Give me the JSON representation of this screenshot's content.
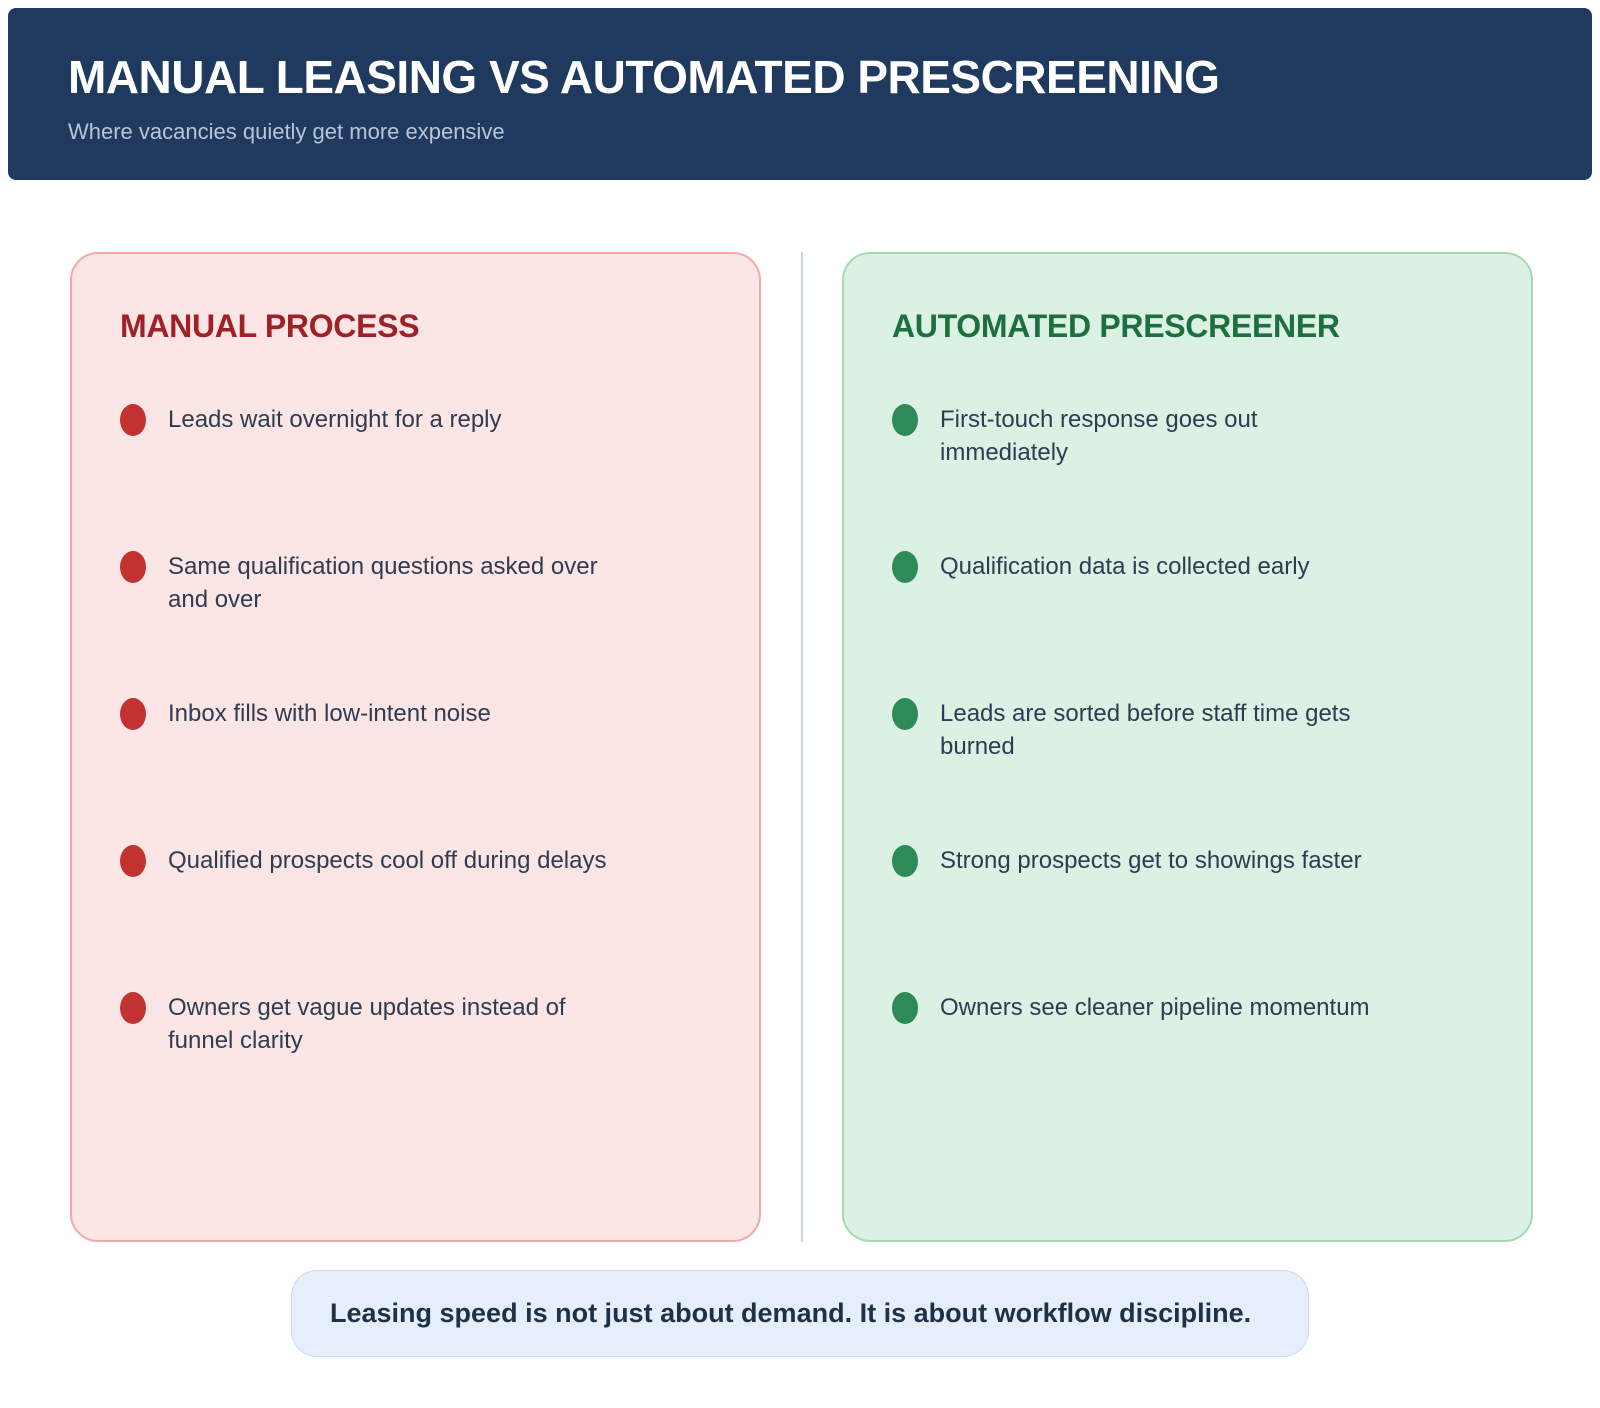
{
  "header": {
    "title": "MANUAL LEASING VS AUTOMATED PRESCREENING",
    "subtitle": "Where vacancies quietly get more expensive"
  },
  "columns": {
    "manual": {
      "title": "MANUAL PROCESS",
      "bullet_icon": "red-dot-icon",
      "items": [
        "Leads wait overnight for a reply",
        "Same qualification questions asked over\nand over",
        "Inbox fills with low-intent noise",
        "Qualified prospects cool off during delays",
        "Owners get vague updates instead of\nfunnel clarity"
      ]
    },
    "automated": {
      "title": "AUTOMATED PRESCREENER",
      "bullet_icon": "green-dot-icon",
      "items": [
        "First-touch response goes out\nimmediately",
        "Qualification data is collected early",
        "Leads are sorted before staff time gets\nburned",
        "Strong prospects get to showings faster",
        "Owners see cleaner pipeline momentum"
      ]
    }
  },
  "footer": {
    "note": "Leasing speed is not just about demand. It is about workflow discipline."
  },
  "colors": {
    "banner_bg": "#1f3a5e",
    "banner_subtitle": "#b9c5d7",
    "manual_bg": "#fbe5e5",
    "manual_border": "#f1a8a8",
    "manual_title": "#9f2026",
    "manual_bullet": "#c23230",
    "automated_bg": "#daf1e4",
    "automated_border": "#a5d8b2",
    "automated_title": "#1e6f40",
    "automated_bullet": "#2e8b57",
    "item_text": "#2e3c52",
    "divider": "#c8d3e2",
    "callout_bg": "#e7eefb",
    "callout_border": "#ccd9ee",
    "callout_text": "#1d3149"
  }
}
